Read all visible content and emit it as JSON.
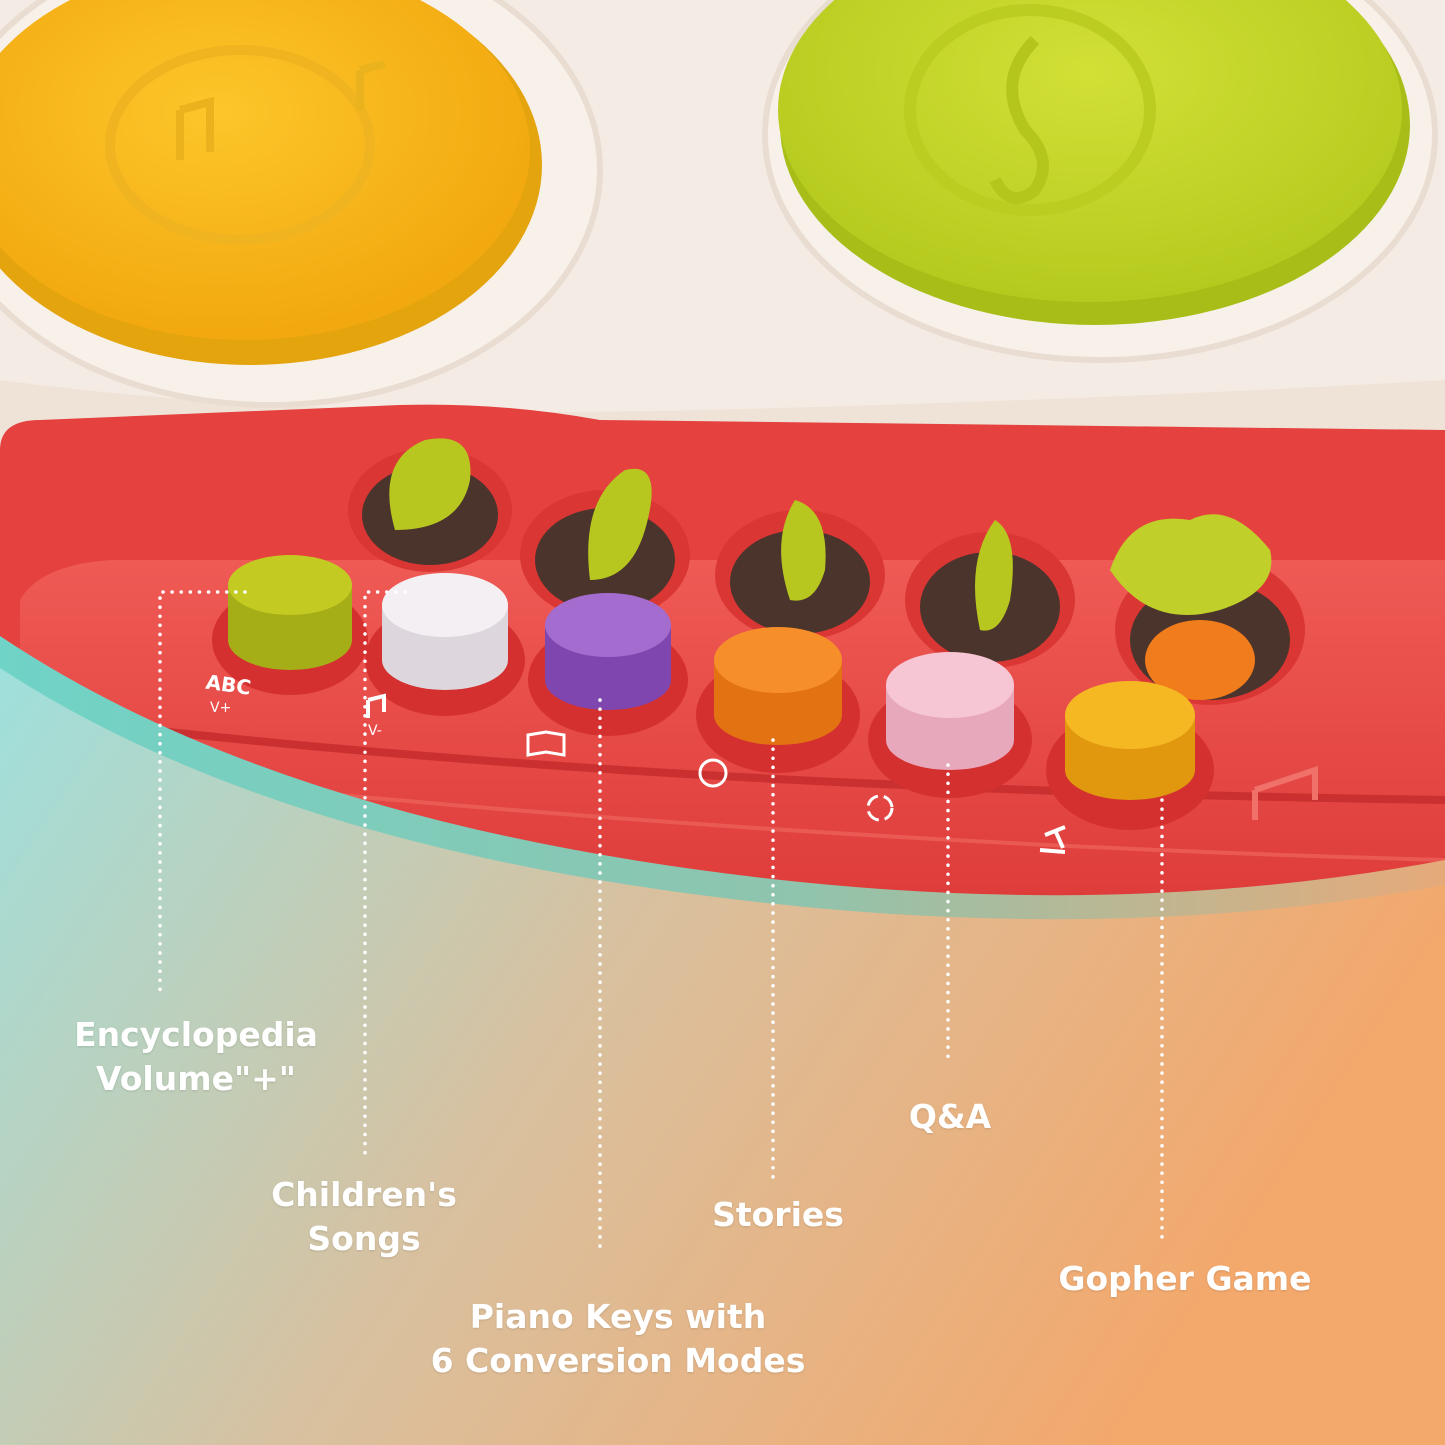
{
  "colors": {
    "gradient_teal": "#9fe0dc",
    "gradient_orange": "#f3a86c",
    "teal_band": "#6fcfc4",
    "toy_red": "#ea4a46",
    "toy_white": "#f6efe8",
    "yellow_pad": "#f7bc18",
    "green_pad": "#c7d92a",
    "leader_line": "#ffffff"
  },
  "toy": {
    "pads": [
      {
        "name": "yellow-drum-pad",
        "color": "#f7bc18",
        "symbol": "musical-notes-icon"
      },
      {
        "name": "green-drum-pad",
        "color": "#c7d92a",
        "symbol": "treble-clef-icon"
      }
    ],
    "buttons": [
      {
        "color": "#b9c21c",
        "icon": "abc-icon",
        "icon_text": "ABC",
        "sub_text": "V+"
      },
      {
        "color": "#f1ecef",
        "icon": "music-note-icon",
        "icon_text": "",
        "sub_text": "V-"
      },
      {
        "color": "#9c60c6",
        "icon": "book-icon",
        "icon_text": "",
        "sub_text": ""
      },
      {
        "color": "#f68a22",
        "icon": "question-bubble-icon",
        "icon_text": "",
        "sub_text": ""
      },
      {
        "color": "#f5bfd0",
        "icon": "cycle-icon",
        "icon_text": "",
        "sub_text": ""
      },
      {
        "color": "#f3b01c",
        "icon": "hammer-icon",
        "icon_text": "",
        "sub_text": ""
      }
    ]
  },
  "labels": {
    "encyclopedia": {
      "line1": "Encyclopedia",
      "line2": "Volume\"+\""
    },
    "children_songs": {
      "line1": "Children's",
      "line2": "Songs"
    },
    "piano_keys": {
      "line1": "Piano Keys with",
      "line2": "6 Conversion Modes"
    },
    "stories": {
      "line1": "Stories"
    },
    "qa": {
      "line1": "Q&A"
    },
    "gopher_game": {
      "line1": "Gopher Game"
    }
  }
}
